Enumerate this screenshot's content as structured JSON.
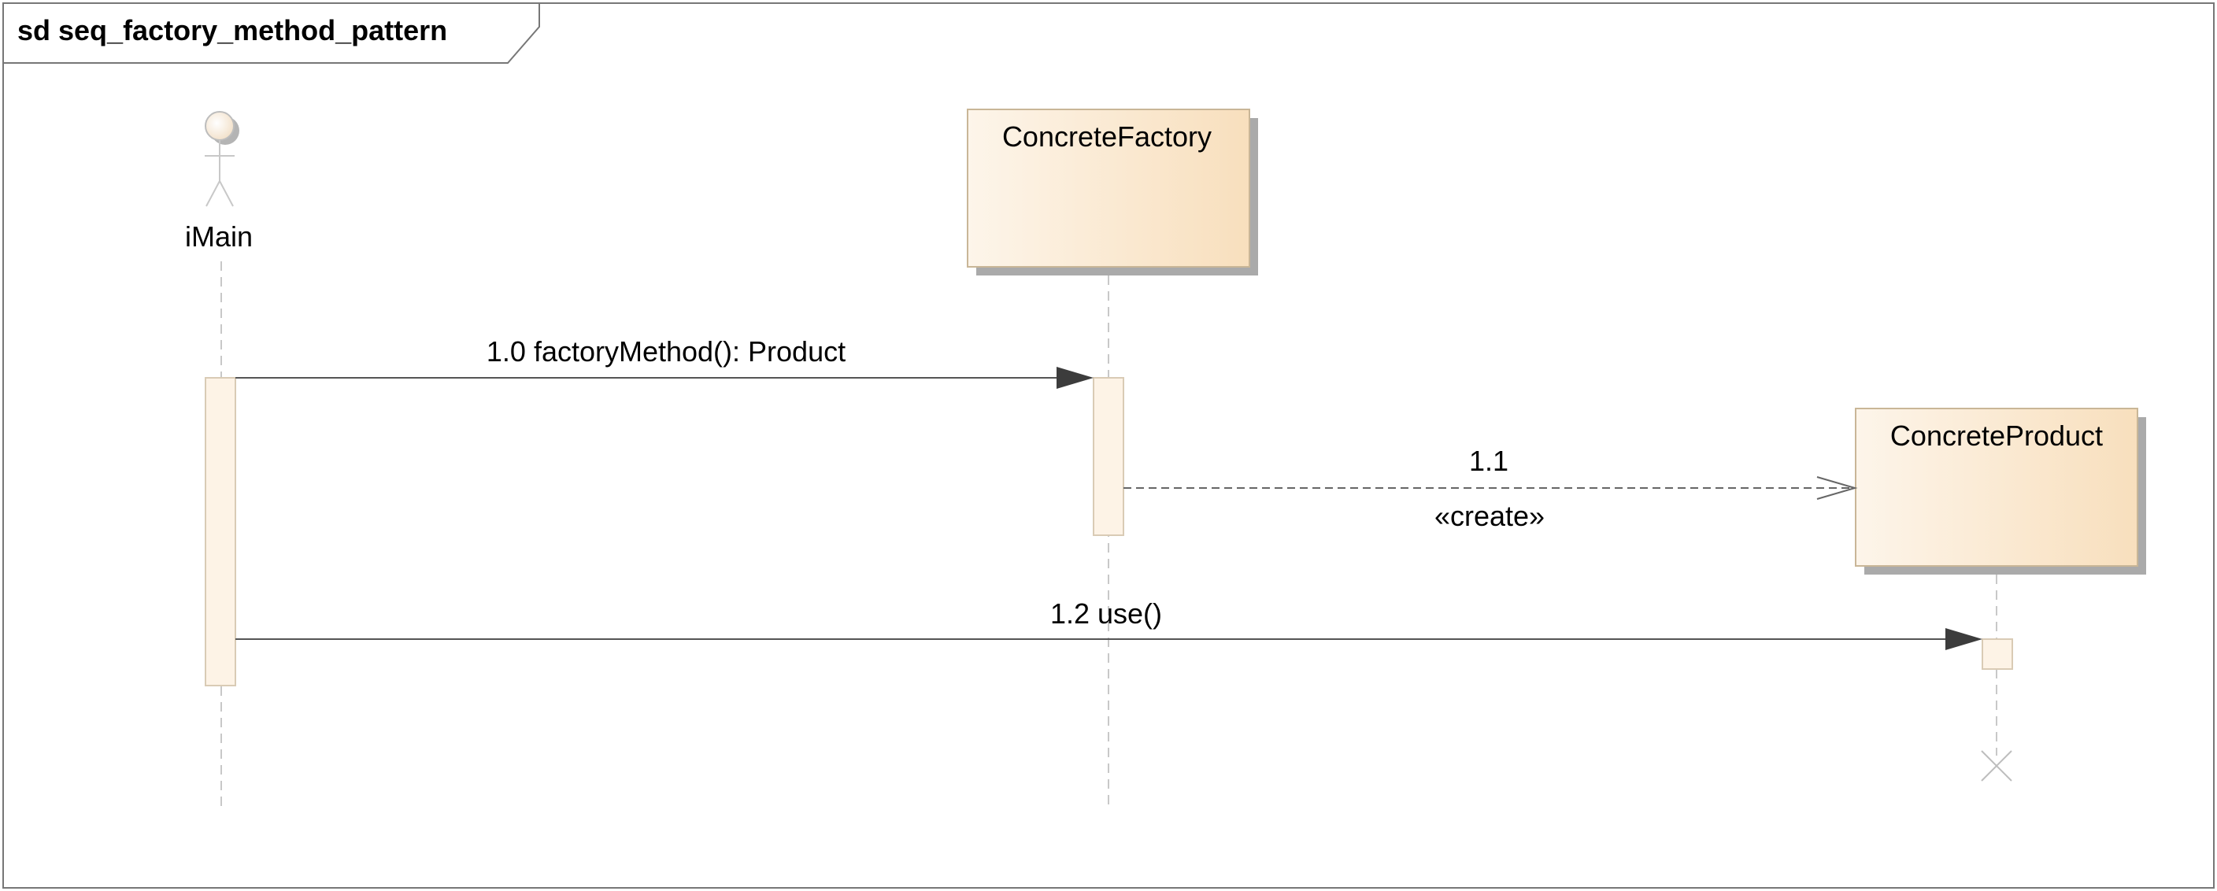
{
  "frame": {
    "title": "sd seq_factory_method_pattern"
  },
  "lifelines": {
    "actor": {
      "name": "iMain"
    },
    "factory": {
      "name": "ConcreteFactory"
    },
    "product": {
      "name": "ConcreteProduct"
    }
  },
  "messages": {
    "m1": {
      "label": "1.0 factoryMethod(): Product"
    },
    "m2": {
      "number": "1.1",
      "stereotype": "«create»"
    },
    "m3": {
      "label": "1.2 use()"
    }
  },
  "colors": {
    "box_fill_left": "#fdf5ea",
    "box_fill_right": "#f8dfbd",
    "activation_fill": "#fdf3e6",
    "shadow": "#aaaaaa",
    "line": "#555555",
    "lifeline": "#c8c8c8"
  }
}
